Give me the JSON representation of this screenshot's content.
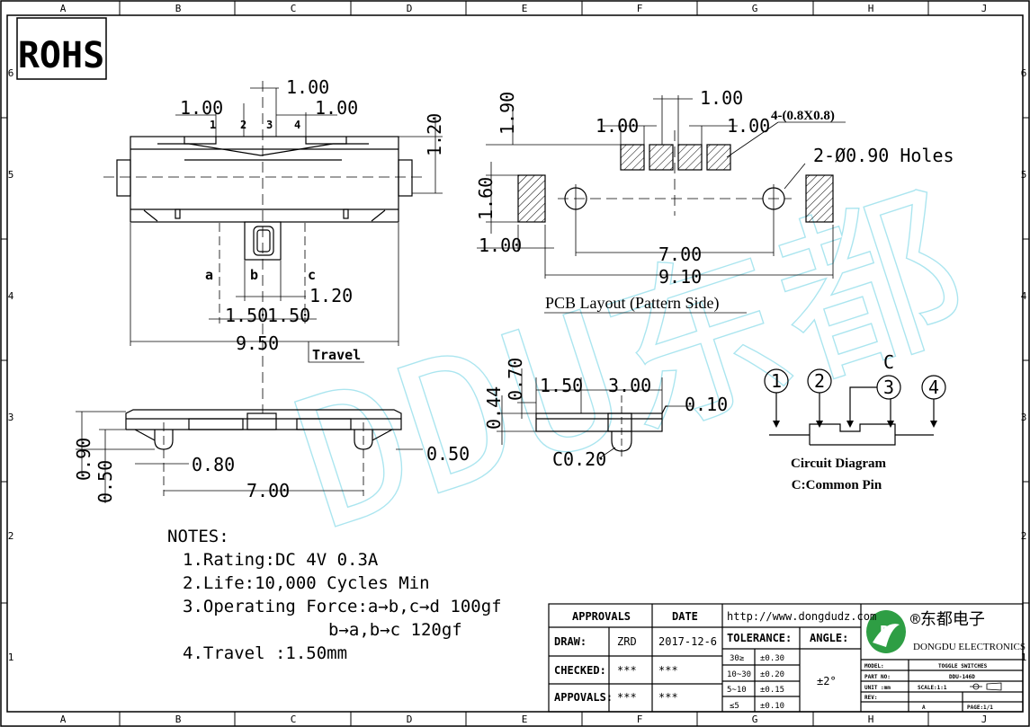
{
  "grid": {
    "columns": [
      "A",
      "B",
      "C",
      "D",
      "E",
      "F",
      "G",
      "H",
      "J"
    ],
    "rows": [
      "6",
      "5",
      "4",
      "3",
      "2",
      "1"
    ]
  },
  "rohs": "ROHS",
  "watermark": "DDU东都",
  "top_view": {
    "dims": [
      "1.00",
      "1.00",
      "1.00",
      "1.20",
      "9.50",
      "1.50",
      "1.50",
      "1.20"
    ],
    "pins": [
      "1",
      "2",
      "3",
      "4"
    ],
    "positions": [
      "a",
      "b",
      "c"
    ],
    "travel": "Travel"
  },
  "side_view": {
    "dims": [
      "0.90",
      "0.50",
      "0.80",
      "7.00",
      "0.50"
    ]
  },
  "pcb": {
    "dims": [
      "1.00",
      "1.00",
      "1.00",
      "1.90",
      "1.60",
      "1.00",
      "7.00",
      "9.10"
    ],
    "pad_note": "4-(0.8X0.8)",
    "holes_note": "2-Ø0.90 Holes",
    "title": "PCB Layout (Pattern Side)"
  },
  "end_view": {
    "dims": [
      "0.44",
      "0.70",
      "1.50",
      "3.00",
      "0.10",
      "C0.20"
    ]
  },
  "circuit": {
    "pins": [
      "1",
      "2",
      "3",
      "4"
    ],
    "common_label": "C",
    "title": "Circuit Diagram",
    "subtitle": "C:Common Pin"
  },
  "notes": {
    "title": "NOTES:",
    "items": [
      "1.Rating:DC 4V 0.3A",
      "2.Life:10,000 Cycles Min",
      "3.Operating Force:a→b,c→d 100gf",
      "b→a,b→c 120gf",
      "4.Travel :1.50mm"
    ]
  },
  "title_block": {
    "approvals_header": "APPROVALS",
    "date_header": "DATE",
    "url": "http://www.dongdudz.com",
    "tolerance_header": "TOLERANCE:",
    "angle_header": "ANGLE:",
    "rows": [
      {
        "label": "DRAW:",
        "name": "ZRD",
        "date": "2017-12-6"
      },
      {
        "label": "CHECKED:",
        "name": "***",
        "date": "***"
      },
      {
        "label": "APPOVALS:",
        "name": "***",
        "date": "***"
      }
    ],
    "tolerances": [
      {
        "range": "30≥",
        "value": "±0.30"
      },
      {
        "range": "10~30",
        "value": "±0.20"
      },
      {
        "range": "5~10",
        "value": "±0.15"
      },
      {
        "range": "≤5",
        "value": "±0.10"
      }
    ],
    "angle_value": "±2°",
    "company_cn": "®东都电子",
    "company_en": "DONGDU ELECTRONICS",
    "fields": {
      "model_label": "MODEL:",
      "model_value": "TOGGLE SWITCHES",
      "part_label": "PART NO:",
      "part_value": "DDU-146D",
      "unit_label": "UNIT :mm",
      "scale_label": "SCALE:1:1",
      "rev_label": "REV:",
      "rev_value": "A",
      "page_label": "PAGE:1/1"
    }
  }
}
